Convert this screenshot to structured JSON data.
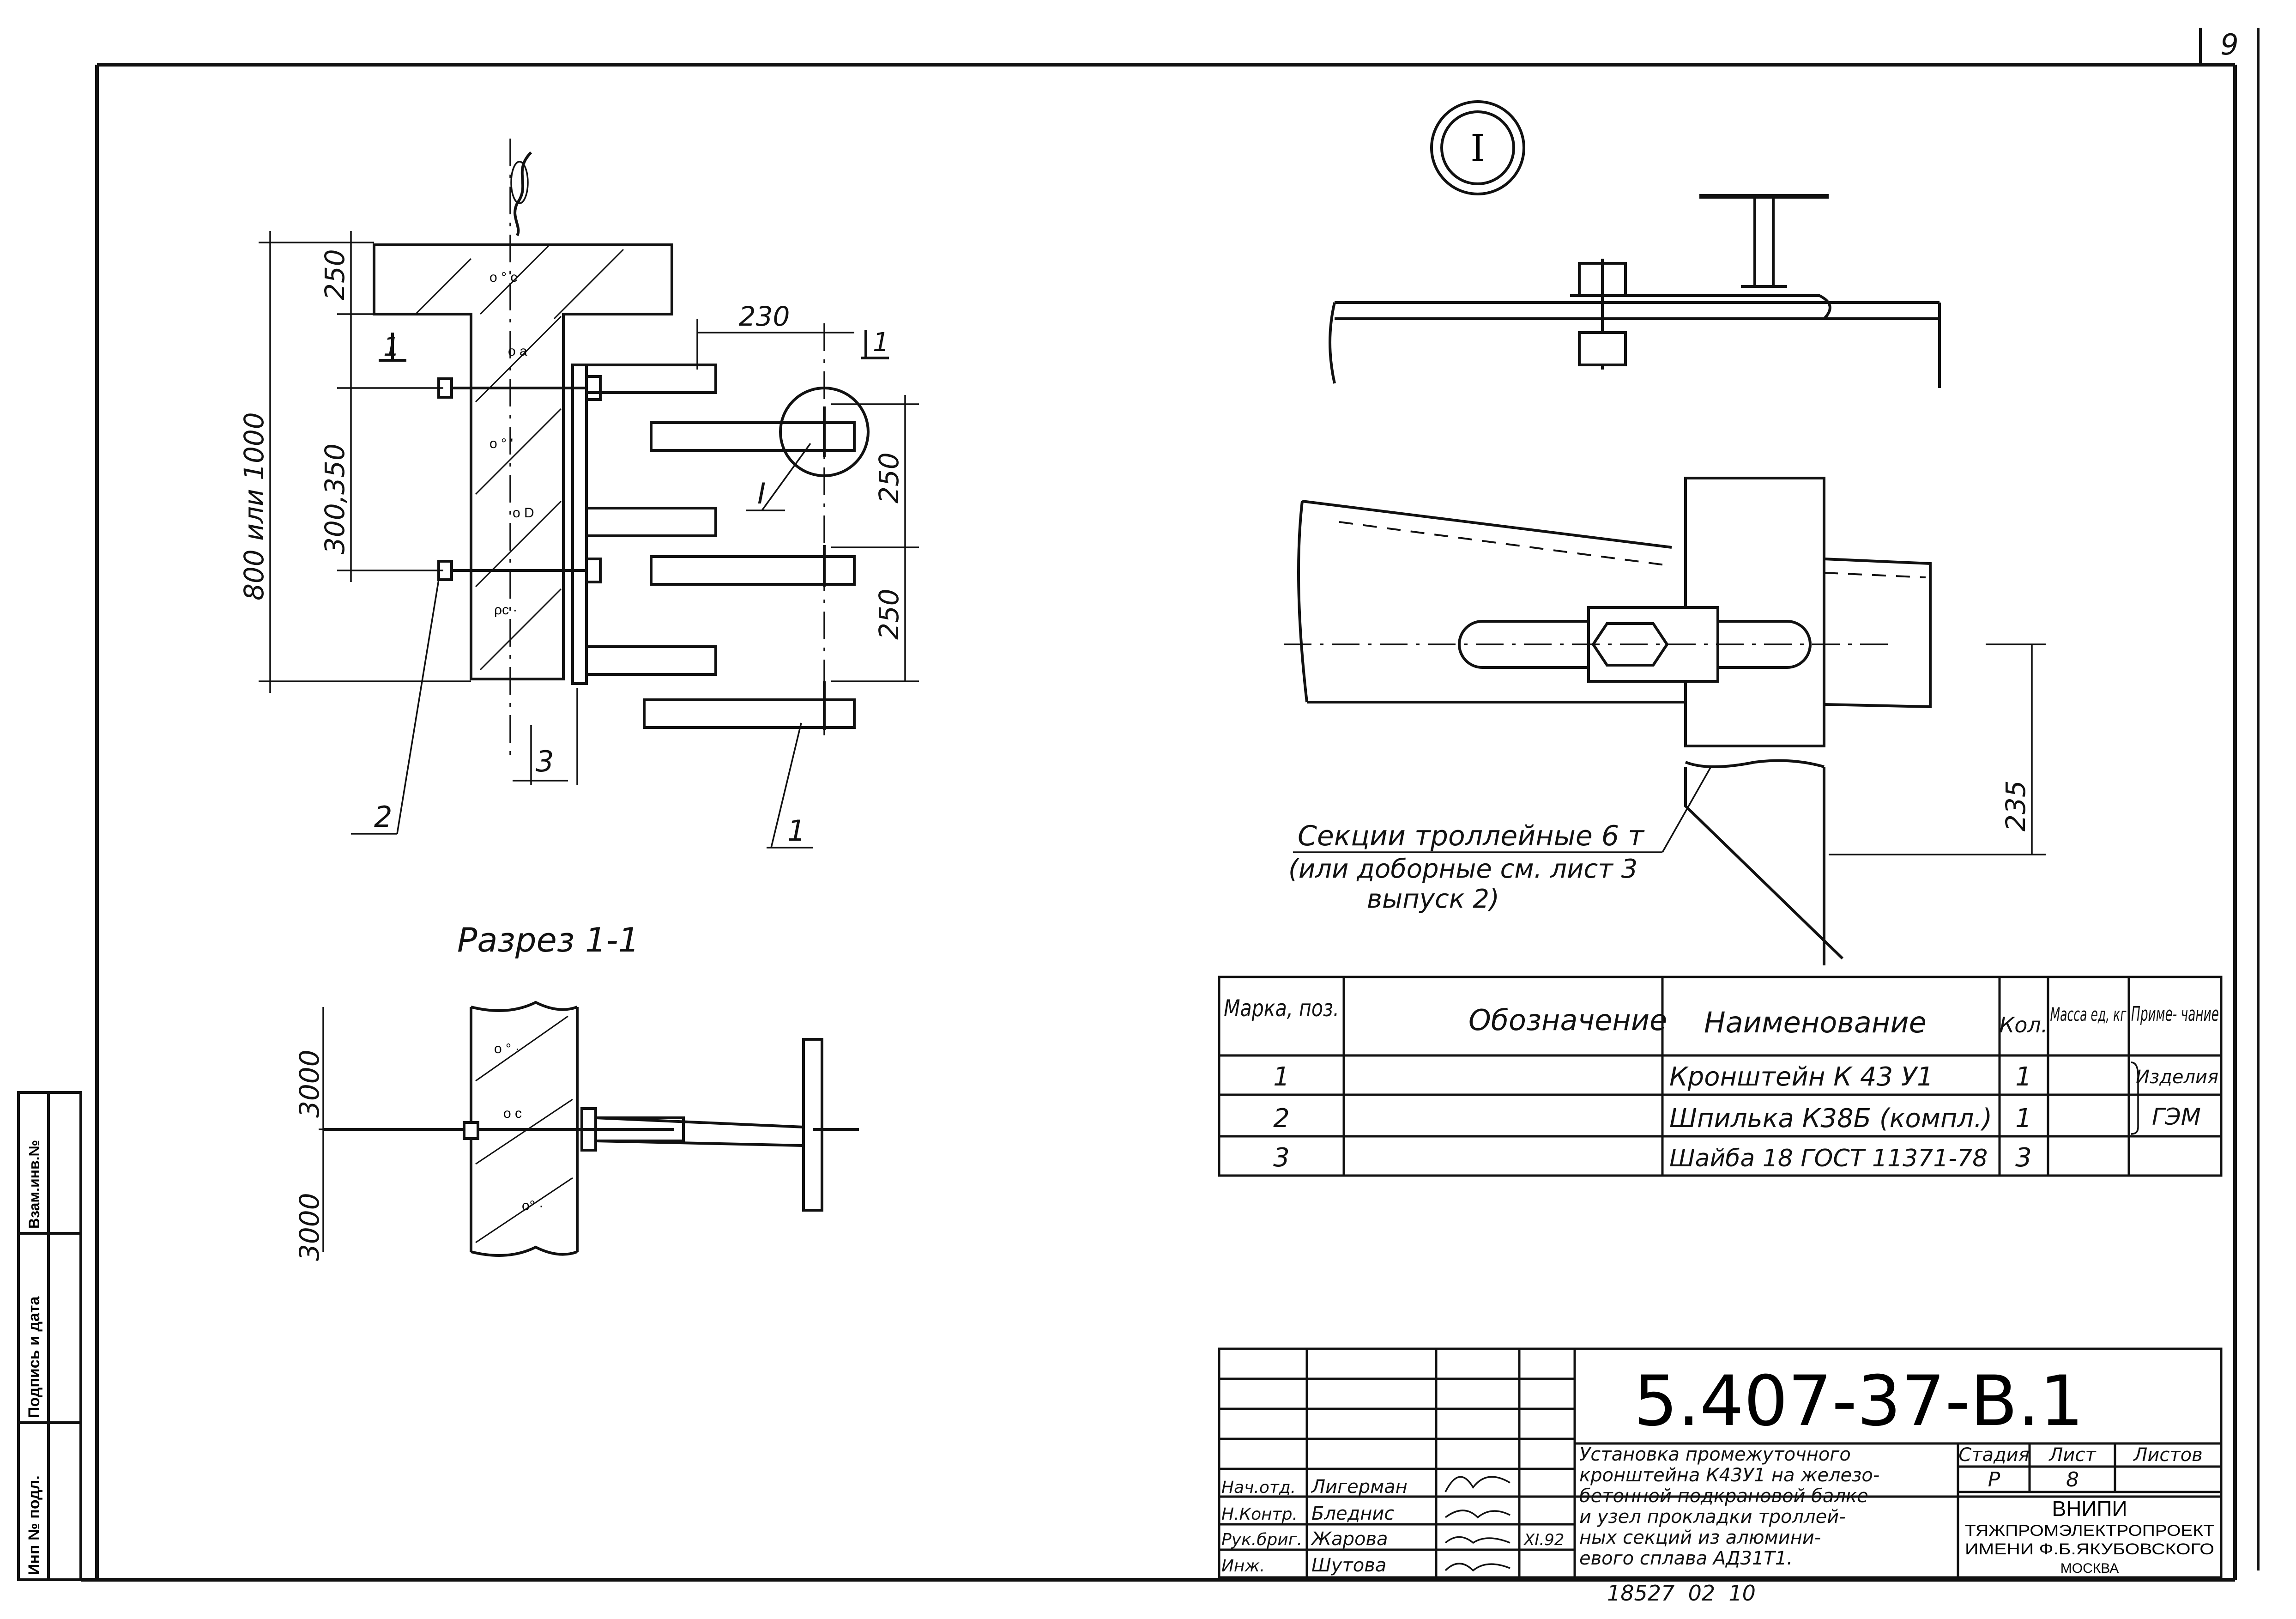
{
  "sheet_number": "9",
  "detail_marker": "I",
  "section_markers": [
    "1",
    "1"
  ],
  "side_stamp": {
    "cells": [
      "Инп № подл.",
      "Подпись и дата",
      "Взам.инв.№"
    ]
  },
  "front_view": {
    "dims": {
      "flange": "250",
      "mid": "300,350",
      "overall": "800 или 1000",
      "offset": "230",
      "upper_pitch": "250",
      "lower_pitch": "250"
    },
    "callouts": {
      "p1": "1",
      "p2": "2",
      "p3": "3",
      "detail": "I"
    }
  },
  "section_view": {
    "title": "Разрез 1-1",
    "dims": {
      "top": "3000",
      "bottom": "3000"
    }
  },
  "detail_view": {
    "dim": "235",
    "note_lines": [
      "Секции троллейные 6 т",
      "(или доборные см. лист 3",
      "выпуск 2)"
    ]
  },
  "spec_table": {
    "headers": {
      "mark": "Марка, поз.",
      "designation": "Обозначение",
      "name": "Наименование",
      "qty": "Кол.",
      "mass": "Масса ед, кг",
      "note": "Приме- чание"
    },
    "rows": [
      {
        "mark": "1",
        "designation": "",
        "name": "Кронштейн К 43 У1",
        "qty": "1",
        "mass": "",
        "note": "Изделия"
      },
      {
        "mark": "2",
        "designation": "",
        "name": "Шпилька К38Б (компл.)",
        "qty": "1",
        "mass": "",
        "note": "ГЭМ"
      },
      {
        "mark": "3",
        "designation": "",
        "name": "Шайба 18 ГОСТ 11371-78",
        "qty": "3",
        "mass": "",
        "note": ""
      }
    ]
  },
  "title_block": {
    "doc_code": "5.407-37-В.1",
    "description_lines": [
      "Установка промежуточного",
      "кронштейна К43У1 на железо-",
      "бетонной подкрановой балке",
      "и узел прокладки троллей-",
      "ных секций из алюмини-",
      "евого сплава АД31Т1."
    ],
    "headers": {
      "stage": "Стадия",
      "sheet": "Лист",
      "sheets": "Листов"
    },
    "stage": "Р",
    "sheet": "8",
    "sheets": "",
    "org_lines": [
      "ВНИПИ",
      "ТЯЖПРОМЭЛЕКТРОПРОЕКТ",
      "ИМЕНИ Ф.Б.ЯКУБОВСКОГО",
      "МОСКВА"
    ],
    "signers": [
      {
        "role": "Нач.отд.",
        "name": "Лигерман",
        "date": ""
      },
      {
        "role": "Н.Контр.",
        "name": "Бледнис",
        "date": ""
      },
      {
        "role": "Рук.бриг.",
        "name": "Жарова",
        "date": "XI.92"
      },
      {
        "role": "Инж.",
        "name": "Шутова",
        "date": ""
      }
    ],
    "footer_note": "18527  02  10"
  }
}
